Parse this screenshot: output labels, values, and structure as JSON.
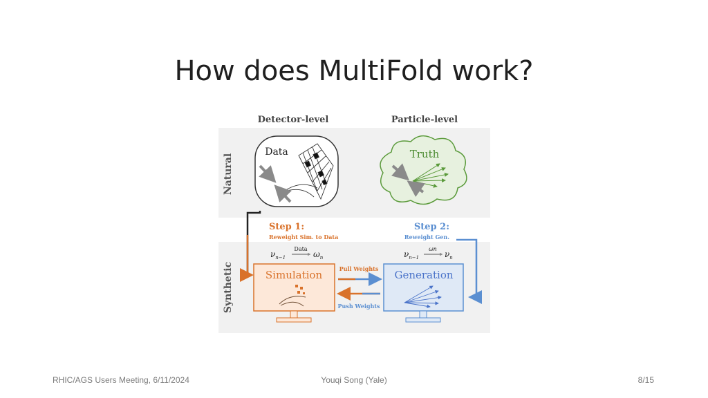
{
  "slide": {
    "title": "How does MultiFold work?"
  },
  "diagram": {
    "col_detector": "Detector-level",
    "col_particle": "Particle-level",
    "row_natural": "Natural",
    "row_synthetic": "Synthetic",
    "data_label": "Data",
    "truth_label": "Truth",
    "step1_title": "Step 1:",
    "step1_sub": "Reweight Sim. to Data",
    "step1_eq_left": "ν",
    "step1_eq_left_sub": "n−1",
    "step1_eq_over": "Data",
    "step1_eq_right": "ω",
    "step1_eq_right_sub": "n",
    "step2_title": "Step 2:",
    "step2_sub": "Reweight Gen.",
    "step2_eq_left": "ν",
    "step2_eq_left_sub": "n−1",
    "step2_eq_over": "ωn",
    "step2_eq_right": "ν",
    "step2_eq_right_sub": "n",
    "simulation_label": "Simulation",
    "generation_label": "Generation",
    "pull_label": "Pull Weights",
    "push_label": "Push Weights",
    "colors": {
      "orange": "#d9722b",
      "blue": "#5b8fd1",
      "green": "#5a9a3a",
      "band": "#f1f1f1"
    }
  },
  "footer": {
    "left": "RHIC/AGS Users Meeting, 6/11/2024",
    "center": "Youqi Song (Yale)",
    "right": "8/15"
  }
}
